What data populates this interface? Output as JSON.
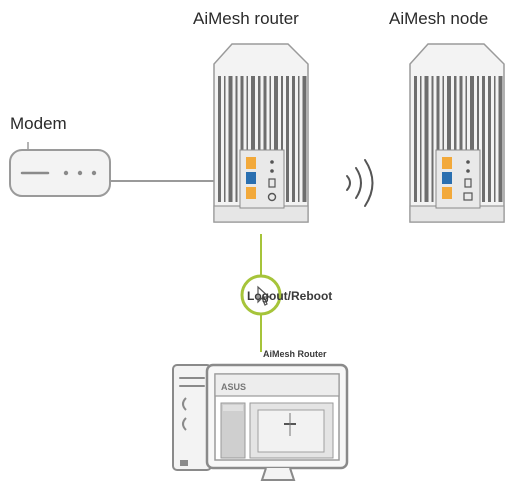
{
  "labels": {
    "aimesh_router": "AiMesh router",
    "aimesh_node": "AiMesh node",
    "modem": "Modem",
    "logout_reboot": "Logout/Reboot",
    "aimesh_router_small": "AiMesh Router",
    "screen_title": "ASUS"
  },
  "colors": {
    "device_body": "#f3f3f3",
    "device_outline": "#9a9a9a",
    "vent_stripes": "#6e6e6e",
    "port_orange": "#f2a93b",
    "port_blue": "#2a6fb0",
    "highlight_ring": "#a6c43a",
    "connection_line": "#9a9a9a"
  },
  "icons": [
    "modem-icon",
    "router-icon",
    "node-icon",
    "wifi-signal-icon",
    "computer-icon"
  ]
}
